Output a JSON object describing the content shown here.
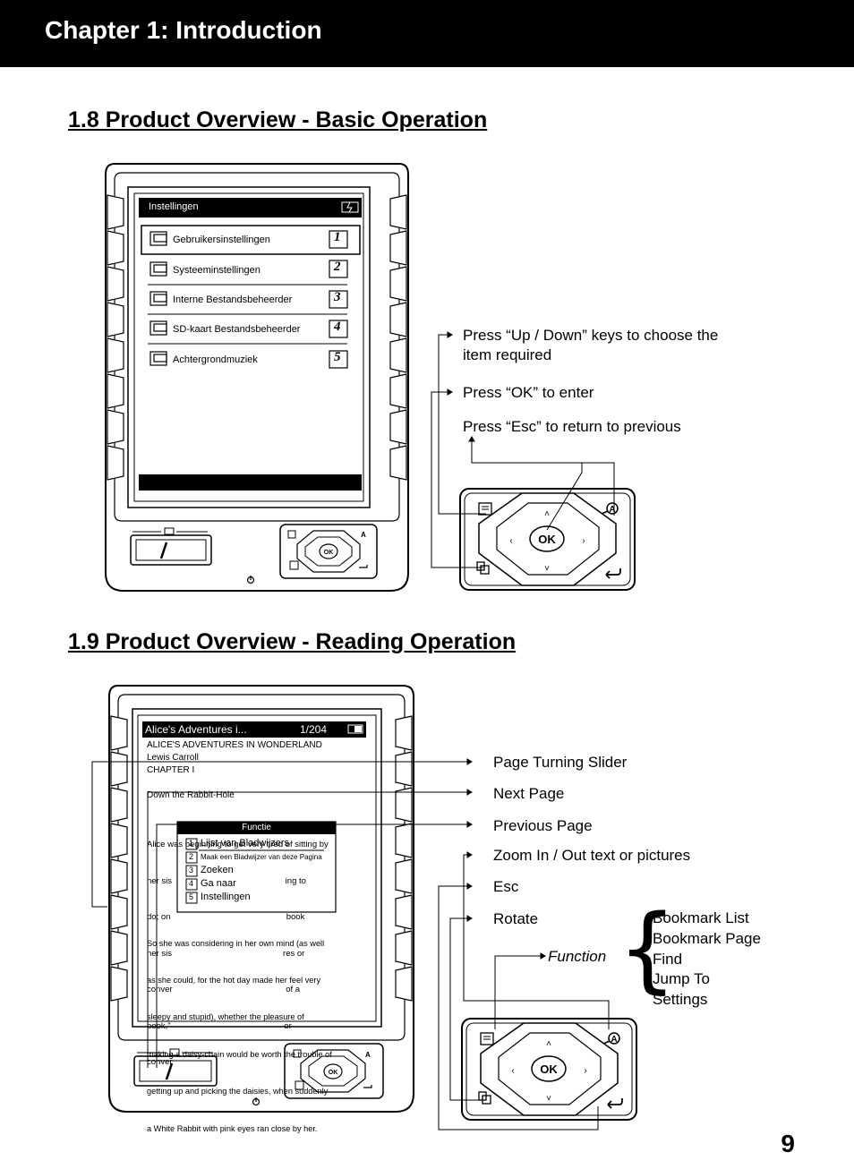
{
  "header": {
    "title": "Chapter 1: Introduction"
  },
  "section1": {
    "title": "1.8 Product Overview - Basic Operation",
    "screen": {
      "title": "Instellingen",
      "items": [
        {
          "label": "Gebruikersinstellingen",
          "number": "1"
        },
        {
          "label": "Systeeminstellingen",
          "number": "2"
        },
        {
          "label": "Interne Bestandsbeheerder",
          "number": "3"
        },
        {
          "label": "SD-kaart Bestandsbeheerder",
          "number": "4"
        },
        {
          "label": "Achtergrondmuziek",
          "number": "5"
        }
      ]
    },
    "callouts": {
      "up_down_line1": "Press “Up / Down” keys to choose the",
      "up_down_line2": "item required",
      "ok": "Press “OK” to enter",
      "esc": "Press “Esc” to return to previous"
    },
    "ok_label": "OK"
  },
  "section2": {
    "title": "1.9 Product Overview - Reading Operation",
    "screen": {
      "title": "Alice's Adventures i...",
      "page": "1/204",
      "book_title": "ALICE'S ADVENTURES IN WONDERLAND",
      "author": "Lewis Carroll",
      "chapter": "CHAPTER I",
      "chapter_title": "Down the Rabbit-Hole",
      "text_top": [
        "Alice was beginning to get very tired of sitting by",
        "her sis                                                ing to",
        "do; on                                                 book",
        "her sis                                               res or",
        "conver                                                of a",
        "book,\"                                                or",
        "conver"
      ],
      "text_bottom": [
        "So she was considering in her own mind (as well",
        "as she could, for the hot day made her feel very",
        "sleepy and stupid), whether the pleasure of",
        "making a daisy-chain would be worth the trouble of",
        "getting up and picking the daisies, when suddenly",
        "a White Rabbit with pink eyes ran close by her."
      ],
      "menu": {
        "title": "Functie",
        "items": [
          {
            "number": "1",
            "label": "Lijst van Bladwijzers"
          },
          {
            "number": "2",
            "label": "Maak een Bladwijzer van deze Pagina"
          },
          {
            "number": "3",
            "label": "Zoeken"
          },
          {
            "number": "4",
            "label": "Ga naar"
          },
          {
            "number": "5",
            "label": "Instellingen"
          }
        ]
      }
    },
    "callouts": {
      "slider": "Page Turning Slider",
      "next": "Next Page",
      "previous": "Previous Page",
      "zoom": "Zoom In / Out text or pictures",
      "esc": "Esc",
      "rotate": "Rotate",
      "function": "Function"
    },
    "function_items": [
      "Bookmark List",
      "Bookmark Page",
      "Find",
      "Jump To",
      "Settings"
    ],
    "ok_label": "OK"
  },
  "page_number": "9"
}
